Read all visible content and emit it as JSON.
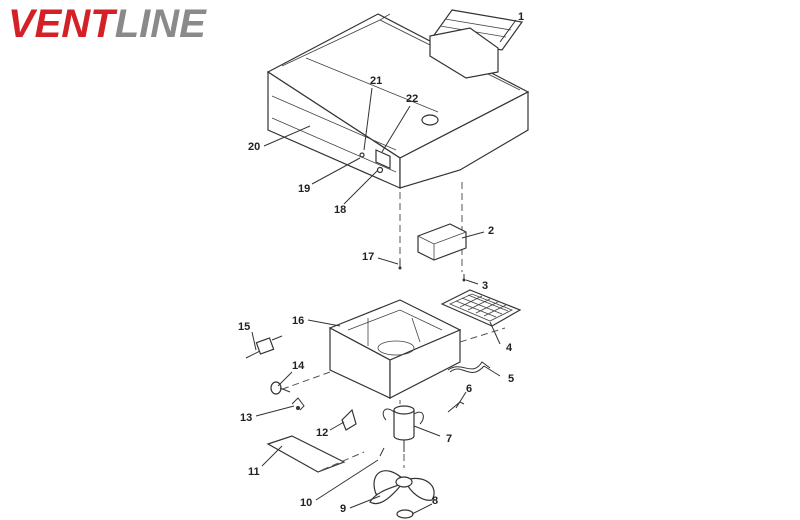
{
  "brand": {
    "name_red": "VENT",
    "name_gray": "LINE",
    "red": "#d42027",
    "gray": "#8a8a8a"
  },
  "parts": [
    {
      "num": "1"
    },
    {
      "num": "2"
    },
    {
      "num": "3"
    },
    {
      "num": "4"
    },
    {
      "num": "5"
    },
    {
      "num": "6"
    },
    {
      "num": "7"
    },
    {
      "num": "8"
    },
    {
      "num": "9"
    },
    {
      "num": "10"
    },
    {
      "num": "11"
    },
    {
      "num": "12"
    },
    {
      "num": "13"
    },
    {
      "num": "14"
    },
    {
      "num": "15"
    },
    {
      "num": "16"
    },
    {
      "num": "17"
    },
    {
      "num": "18"
    },
    {
      "num": "19"
    },
    {
      "num": "20"
    },
    {
      "num": "21"
    },
    {
      "num": "22"
    }
  ]
}
